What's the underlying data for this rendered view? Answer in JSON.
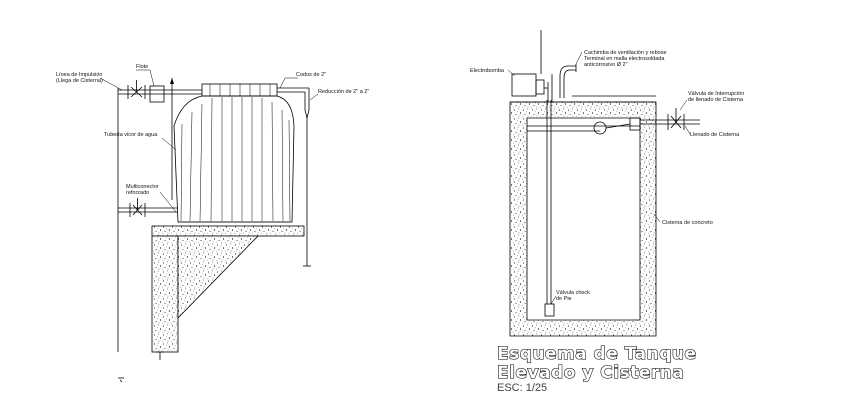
{
  "left_drawing": {
    "label_inlet": [
      "Línea de Impulsión",
      "(Llega de Cisterna)"
    ],
    "label_float": "Flote",
    "label_vent": "Codos de 2\"",
    "label_reducer": "Reducción de 2\" a 2\"",
    "label_overflow": "Tubería vicor de agua",
    "label_outlet": [
      "Multiconector",
      "reforzado"
    ]
  },
  "right_drawing": {
    "label_pump": "Electrobomba",
    "label_vent_pipe": [
      "Cachimba de ventilación y rebose",
      "Terminal en malla electrosoldada",
      "anticorrosivo Ø 2\""
    ],
    "label_valve": [
      "Válvula de Interrupción",
      "de llenado de Cisterna"
    ],
    "label_fill": "Llenado de Cisterna",
    "label_cistern": "Cisterna de concreto",
    "label_check": [
      "Válvula check",
      "de Pie"
    ]
  },
  "title": {
    "line1": "Esquema de Tanque",
    "line2": "Elevado y Cisterna",
    "scale": "ESC: 1/25"
  }
}
